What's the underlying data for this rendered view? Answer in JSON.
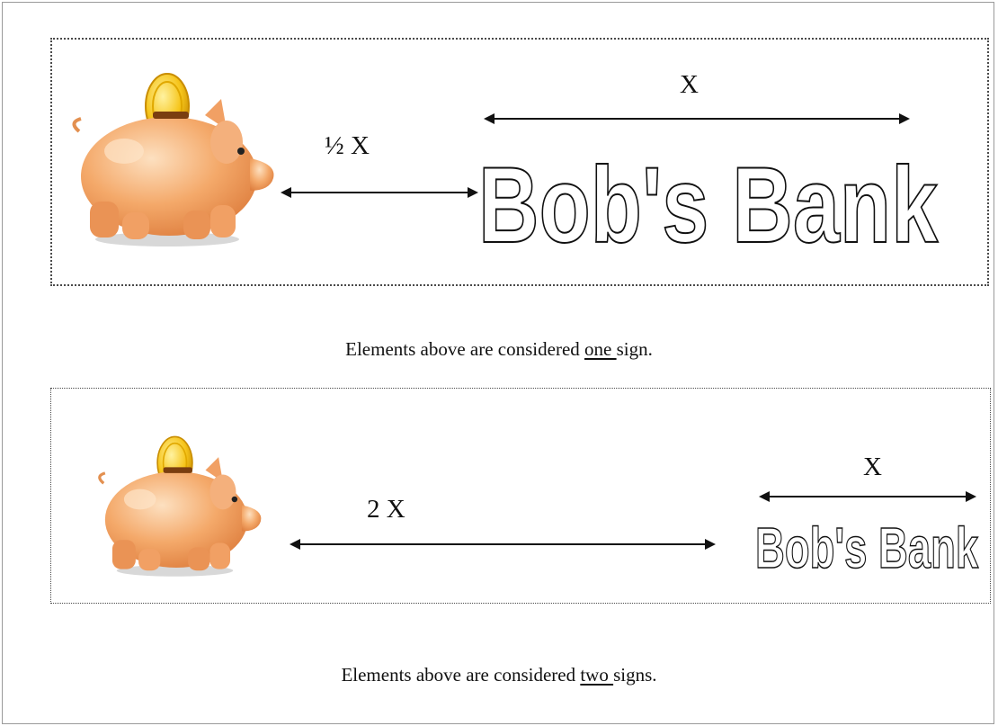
{
  "colors": {
    "pig_body": "#f4a96a",
    "pig_light": "#fcd0a4",
    "pig_dark": "#df8a4c",
    "coin": "#f6c51b",
    "coin_dark": "#d69b00",
    "border": "#4a4a4a"
  },
  "panels": [
    {
      "logo_alt": "piggy-bank-icon",
      "gap_label": "½ X",
      "width_label": "X",
      "bank_name": "Bob's Bank",
      "caption_before": "Elements above are considered ",
      "caption_emph": "one ",
      "caption_after": "sign."
    },
    {
      "logo_alt": "piggy-bank-icon",
      "gap_label": "2 X",
      "width_label": "X",
      "bank_name": "Bob's Bank",
      "caption_before": "Elements above are considered ",
      "caption_emph": "two ",
      "caption_after": "signs."
    }
  ]
}
